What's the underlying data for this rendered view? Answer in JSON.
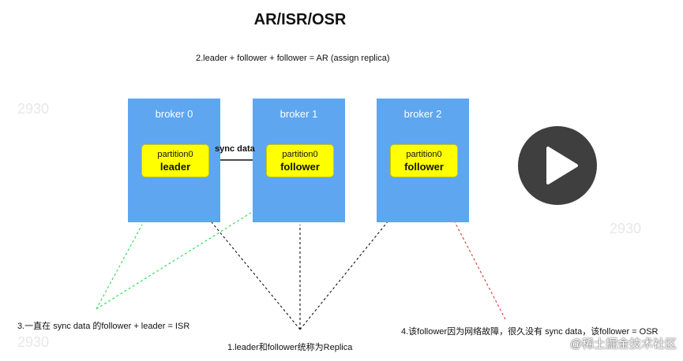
{
  "title": "AR/ISR/OSR",
  "captions": {
    "ar": "2.leader + follower + follower = AR (assign replica)",
    "isr": "3.一直在 sync data 的follower + leader  = ISR",
    "replica": "1.leader和follower统称为Replica",
    "osr": "4.该follower因为网络故障，很久没有 sync data，该follower = OSR"
  },
  "brokers": [
    {
      "label": "broker 0",
      "partition": "partition0",
      "role": "leader"
    },
    {
      "label": "broker 1",
      "partition": "partition0",
      "role": "follower"
    },
    {
      "label": "broker 2",
      "partition": "partition0",
      "role": "follower"
    }
  ],
  "arrow": {
    "label": "sync data"
  },
  "watermarks": [
    "2930",
    "2930",
    "2930"
  ],
  "footer_watermark": "@稀土掘金技术社区",
  "colors": {
    "broker": "#5ea6f0",
    "partition": "#ffff00",
    "isr_line": "#3ddc5c",
    "replica_line": "#111111",
    "osr_line": "#d63a3a",
    "play_button": "#3f3f3f"
  },
  "icons": {
    "play": "play-icon"
  }
}
